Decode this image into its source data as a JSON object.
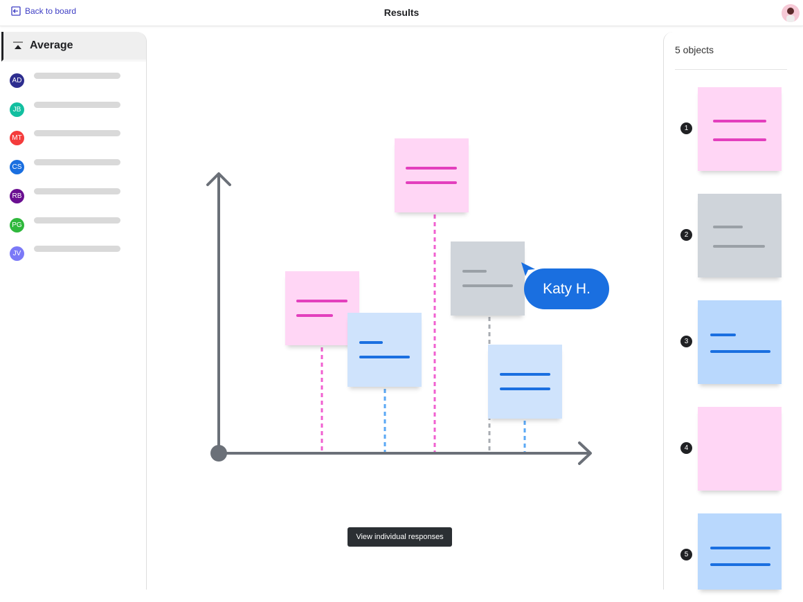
{
  "header": {
    "back_label": "Back to board",
    "title": "Results"
  },
  "sidebar": {
    "heading": "Average",
    "people": [
      {
        "initials": "AD",
        "color": "#2e2e8f"
      },
      {
        "initials": "JB",
        "color": "#12bfa0"
      },
      {
        "initials": "MT",
        "color": "#f43c3c"
      },
      {
        "initials": "CS",
        "color": "#1a6fe0"
      },
      {
        "initials": "RB",
        "color": "#6a0f91"
      },
      {
        "initials": "PG",
        "color": "#2fb83c"
      },
      {
        "initials": "JV",
        "color": "#7b79f7"
      }
    ]
  },
  "cursor": {
    "name": "Katy H."
  },
  "tooltip": "View individual responses",
  "results": {
    "count_label": "5 objects",
    "items": [
      {
        "rank": "1"
      },
      {
        "rank": "2"
      },
      {
        "rank": "3"
      },
      {
        "rank": "4"
      },
      {
        "rank": "5"
      }
    ]
  }
}
